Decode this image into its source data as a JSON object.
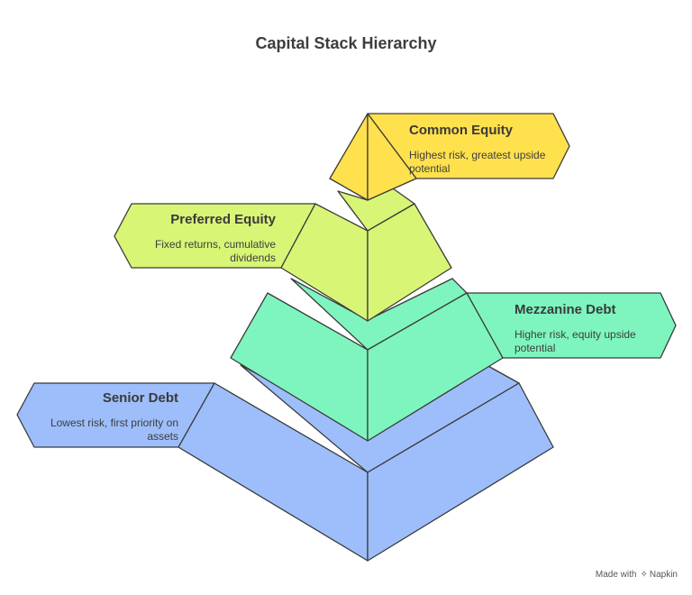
{
  "title": "Capital Stack Hierarchy",
  "tiers": [
    {
      "name": "Common Equity",
      "description": "Highest risk, greatest upside potential",
      "color": "#FFE14D"
    },
    {
      "name": "Preferred Equity",
      "description": "Fixed returns, cumulative dividends",
      "color": "#D8F576"
    },
    {
      "name": "Mezzanine Debt",
      "description": "Higher risk, equity upside potential",
      "color": "#7EF5BE"
    },
    {
      "name": "Senior Debt",
      "description": "Lowest risk, first priority on assets",
      "color": "#9DBEFA"
    }
  ],
  "footer": {
    "prefix": "Made with",
    "brand": "Napkin"
  }
}
